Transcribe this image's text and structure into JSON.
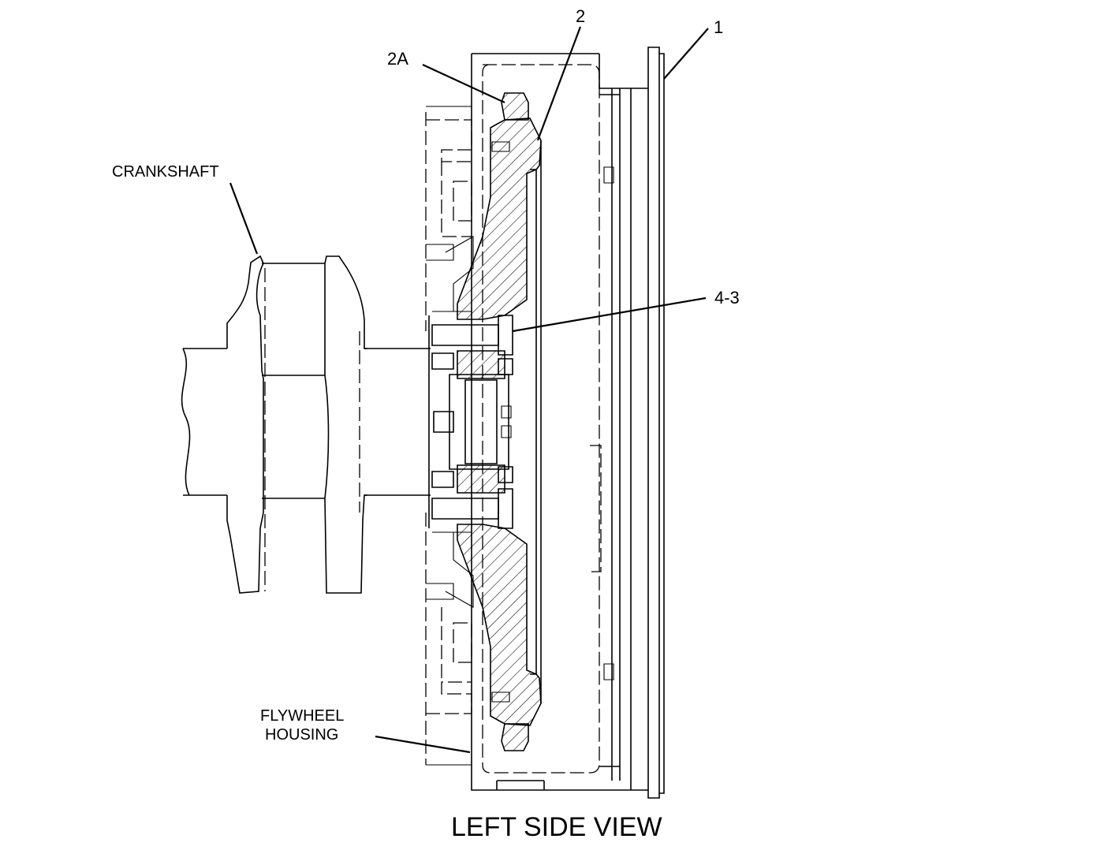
{
  "labels": {
    "callout_1": "1",
    "callout_2": "2",
    "callout_2a": "2A",
    "callout_4_3": "4-3",
    "crankshaft": "CRANKSHAFT",
    "flywheel_housing_line1": "FLYWHEEL",
    "flywheel_housing_line2": "HOUSING",
    "view_title": "LEFT SIDE VIEW"
  }
}
